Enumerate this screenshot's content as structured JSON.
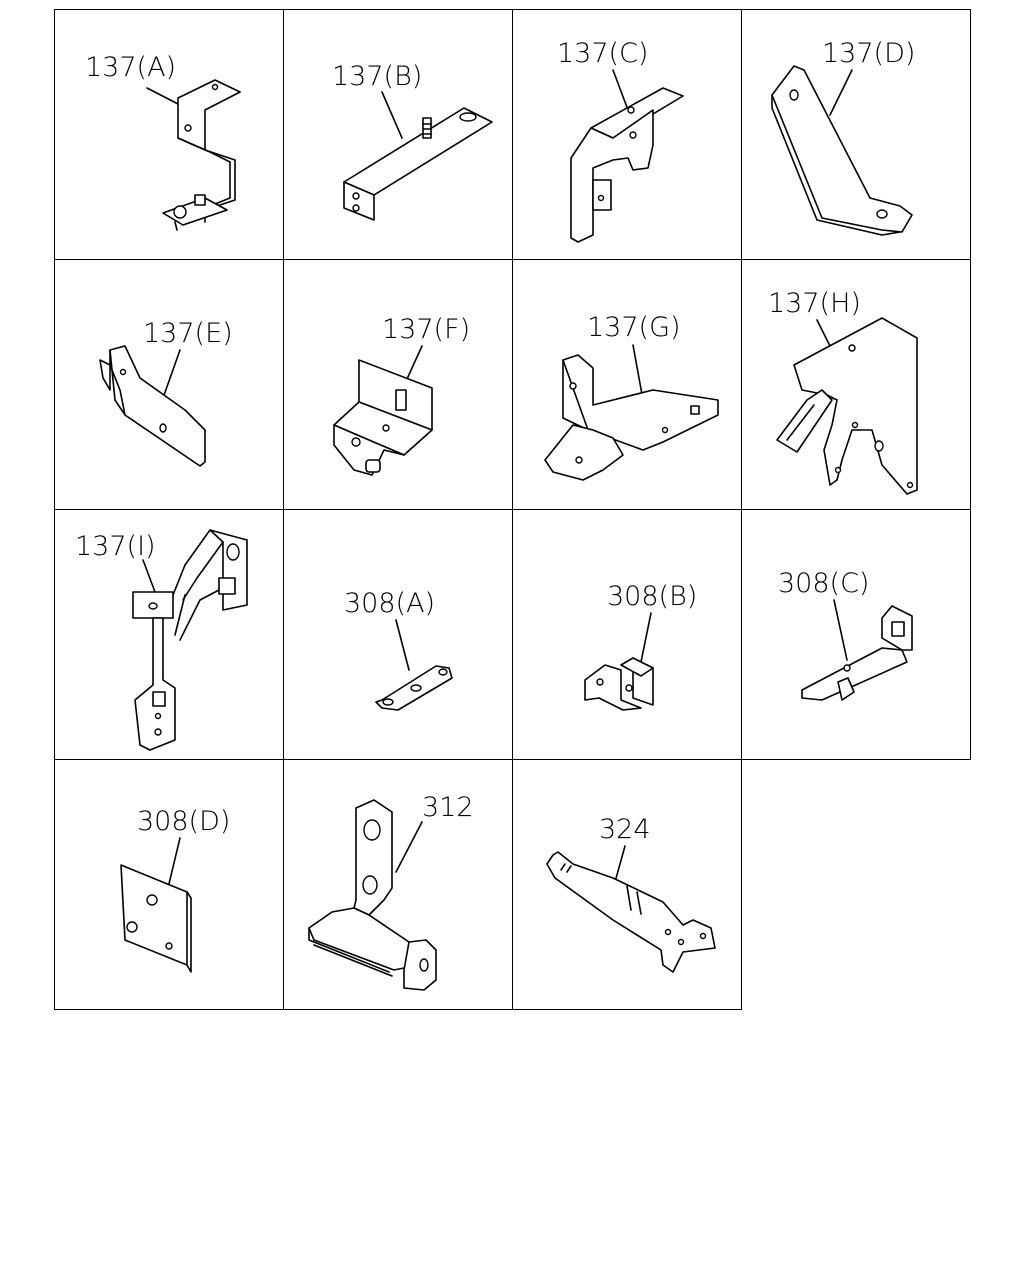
{
  "parts": [
    {
      "label": "137(A)"
    },
    {
      "label": "137(B)"
    },
    {
      "label": "137(C)"
    },
    {
      "label": "137(D)"
    },
    {
      "label": "137(E)"
    },
    {
      "label": "137(F)"
    },
    {
      "label": "137(G)"
    },
    {
      "label": "137(H)"
    },
    {
      "label": "137(I)"
    },
    {
      "label": "308(A)"
    },
    {
      "label": "308(B)"
    },
    {
      "label": "308(C)"
    },
    {
      "label": "308(D)"
    },
    {
      "label": "312"
    },
    {
      "label": "324"
    }
  ]
}
